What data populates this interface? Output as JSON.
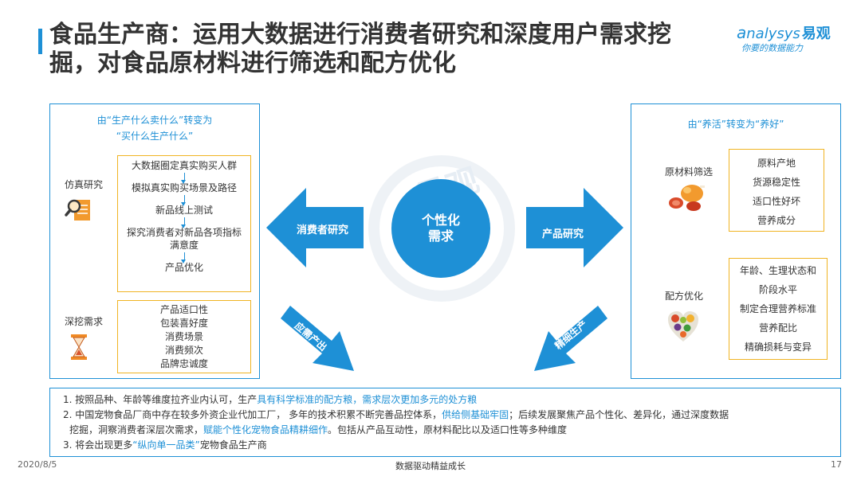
{
  "title": "食品生产商：运用大数据进行消费者研究和深度用户需求挖掘，对食品原材料进行筛选和配方优化",
  "logo": {
    "brand_en": "nalysys",
    "brand_cn": "易观",
    "slogan": "你要的数据能力"
  },
  "left_panel": {
    "heading_line1": "由“生产什么卖什么”转变为",
    "heading_line2": "“买什么生产什么”",
    "simulation_label": "仿真研究",
    "flow_steps": [
      "大数据圈定真实购买人群",
      "模拟真实购买场景及路径",
      "新品线上测试",
      "探究消费者对新品各项指标满意度",
      "产品优化"
    ],
    "dig_label": "深挖需求",
    "dig_items": [
      "产品适口性",
      "包装喜好度",
      "消费场景",
      "消费频次",
      "品牌忠诚度"
    ]
  },
  "center": {
    "circle_line1": "个性化",
    "circle_line2": "需求",
    "left_arrow": "消费者研究",
    "right_arrow": "产品研究",
    "bottom_left_arrow": "应需产出",
    "bottom_right_arrow": "精细生产",
    "watermark": "易观"
  },
  "right_panel": {
    "heading": "由“养活”转变为“养好”",
    "material_label": "原材料筛选",
    "material_items": [
      "原料产地",
      "货源稳定性",
      "适口性好坏",
      "营养成分"
    ],
    "formula_label": "配方优化",
    "formula_items": [
      "年龄、生理状态和",
      "阶段水平",
      "制定合理营养标准",
      "营养配比",
      "精确损耗与变异"
    ]
  },
  "notes": {
    "n1_plain": "1. 按照品种、年龄等维度拉齐业内认可，生产",
    "n1_highlight": "具有科学标准的配方粮，需求层次更加多元的处方粮",
    "n2_plain1": "2. 中国宠物食品厂商中存在较多外资企业代加工厂， 多年的技术积累不断完善品控体系，",
    "n2_highlight1": "供给侧基础牢固",
    "n2_plain2": "；后续发展聚焦产品个性化、差异化，通过深度数据",
    "n2_plain3": "挖掘，洞察消费者深层次需求，",
    "n2_highlight2": "赋能个性化宠物食品精耕细作",
    "n2_plain4": "。包括从产品互动性，原材料配比以及适口性等多种维度",
    "n3_plain1": "3. 将会出现更多",
    "n3_highlight": "“纵向单一品类”",
    "n3_plain2": "宠物食品生产商"
  },
  "footer": {
    "date": "2020/8/5",
    "center": "数据驱动精益成长",
    "page": "17"
  },
  "colors": {
    "accent": "#1e90d6",
    "box_border": "#f0b423"
  }
}
